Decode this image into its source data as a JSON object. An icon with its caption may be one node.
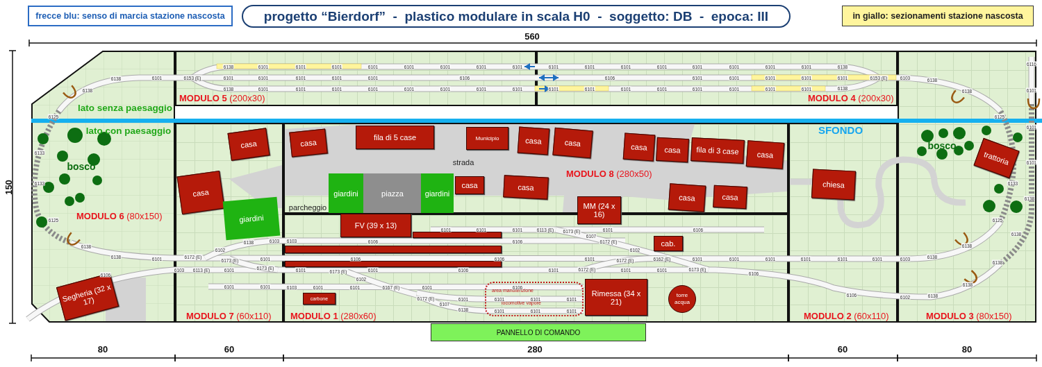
{
  "diagram": {
    "title": "progetto “Bierdorf”  -  plastico modulare in scala H0  -  soggetto: DB  -  epoca: III",
    "nodes": [
      {
        "text": [
          "**MODULO 6** (80x150)"
        ]
      },
      {
        "text": [
          "**MODULO 5** (200x30)"
        ]
      },
      {
        "text": [
          "**MODULO 4** (200x30)"
        ]
      },
      {
        "text": [
          "**MODULO 3** (80x150)"
        ]
      },
      {
        "text": [
          "**MODULO 7** (60x110)"
        ]
      },
      {
        "text": [
          "casa"
        ],
        "in": 4
      },
      {
        "text": [
          "casa"
        ],
        "in": 4
      },
      {
        "text": [
          "giardini"
        ],
        "in": 4
      },
      {
        "text": [
          "**MODULO 8** (280x50)"
        ]
      },
      {
        "text": [
          "casa"
        ],
        "in": 8
      },
      {
        "text": [
          "fila di 5 case"
        ],
        "in": 8
      },
      {
        "text": [
          "Municipio"
        ],
        "in": 8
      },
      {
        "text": [
          "casa"
        ],
        "in": 8
      },
      {
        "text": [
          "casa"
        ],
        "in": 8
      },
      {
        "text": [
          "casa"
        ],
        "in": 8
      },
      {
        "text": [
          "casa"
        ],
        "in": 8
      },
      {
        "text": [
          "fila di 3 case"
        ],
        "in": 8
      },
      {
        "text": [
          "casa"
        ],
        "in": 8
      },
      {
        "text": [
          "giardini"
        ],
        "in": 8
      },
      {
        "text": [
          "piazza"
        ],
        "in": 8
      },
      {
        "text": [
          "giardini"
        ],
        "in": 8
      },
      {
        "text": [
          "casa"
        ],
        "in": 8
      },
      {
        "text": [
          "casa"
        ],
        "in": 8
      },
      {
        "text": [
          "MM (24 x 16)"
        ]
      },
      {
        "text": [
          "casa"
        ],
        "in": 8
      },
      {
        "text": [
          "casa"
        ],
        "in": 8
      },
      {
        "text": [
          "**MODULO 2** (60x110)"
        ]
      },
      {
        "text": [
          "chiesa"
        ],
        "in": 26
      },
      {
        "text": [
          "trattoria"
        ],
        "in": 3
      },
      {
        "text": [
          "**MODULO 1** (280x60)"
        ]
      },
      {
        "text": [
          "FV (39 x 13)"
        ],
        "in": 29
      },
      {
        "text": [
          "cab."
        ],
        "in": 29
      },
      {
        "text": [],
        "shape": "bar",
        "in": 29
      },
      {
        "text": [],
        "shape": "bar",
        "in": 29
      },
      {
        "text": [],
        "shape": "bar",
        "in": 29
      },
      {
        "text": [
          "Segheria (32 x 17)"
        ],
        "in": 0
      },
      {
        "text": [
          "area manutenzione",
          "locomotive vapore"
        ],
        "in": 29
      },
      {
        "text": [
          "Rimessa (34 x 21)"
        ],
        "in": 29
      },
      {
        "text": [
          "torre acqua"
        ],
        "in": 29
      },
      {
        "text": [
          "carbone"
        ],
        "in": 29
      },
      {
        "text": [
          "PANNELLO DI COMANDO"
        ]
      }
    ],
    "labels": [
      "560",
      "150",
      "lato senza paesaggio",
      "lato con paesaggio",
      "SFONDO",
      "bosco",
      "strada",
      "parcheggio",
      "bosco",
      "6116",
      "6138",
      "6101",
      "6101",
      "6101",
      "6101",
      "6101",
      "6101",
      "6101",
      "6101",
      "6101",
      "6101",
      "6101",
      "6101",
      "6101",
      "6101",
      "6101",
      "6101",
      "6138",
      "6138",
      "6101",
      "6153 (E)",
      "6101",
      "6101",
      "6101",
      "6101",
      "6101",
      "6106",
      "6106",
      "6101",
      "6101",
      "6101",
      "6101",
      "6101",
      "6153 (E)",
      "6103",
      "6138",
      "6138",
      "6138",
      "6101",
      "6101",
      "6101",
      "6101",
      "6101",
      "6101",
      "6101",
      "6101",
      "6101",
      "6101",
      "6101",
      "6101",
      "6101",
      "6101",
      "6101",
      "6101",
      "6138",
      "6138",
      "6101",
      "6125",
      "6125",
      "6101",
      "6133",
      "6101",
      "6133",
      "6133",
      "6138",
      "6125",
      "6125",
      "6101",
      "6101",
      "6101",
      "6113 (E)",
      "6173 (E)",
      "6101",
      "6106",
      "6107",
      "6138",
      "6138",
      "6103",
      "6103",
      "6106",
      "6106",
      "6172 (E)",
      "6138",
      "6138",
      "6102",
      "6102",
      "6138",
      "6101",
      "6172 (E)",
      "6173 (E)",
      "6101",
      "6106",
      "6106",
      "6101",
      "6172 (E)",
      "6162 (E)",
      "6101",
      "6101",
      "6101",
      "6101",
      "6101",
      "6101",
      "6103",
      "6138",
      "6138",
      "6103",
      "6113 (E)",
      "6101",
      "6173 (E)",
      "6101",
      "6173 (E)",
      "6101",
      "6106",
      "6101",
      "6172 (E)",
      "6101",
      "6101",
      "6173 (E)",
      "6106",
      "6106",
      "6102",
      "6138",
      "6101",
      "6101",
      "6103",
      "6101",
      "6101",
      "6167 (E)",
      "6101",
      "6106",
      "6106",
      "6102",
      "6138",
      "6172 (E)",
      "6101",
      "6101",
      "6101",
      "6101",
      "6107",
      "6138",
      "6101",
      "6101",
      "6101",
      "80",
      "60",
      "280",
      "60",
      "80"
    ],
    "legend": [
      {
        "text": "frecce blu: senso di marcia stazione nascosta"
      },
      {
        "text": "in giallo: sezionamenti stazione nascosta",
        "color": "#fff59d"
      }
    ]
  }
}
